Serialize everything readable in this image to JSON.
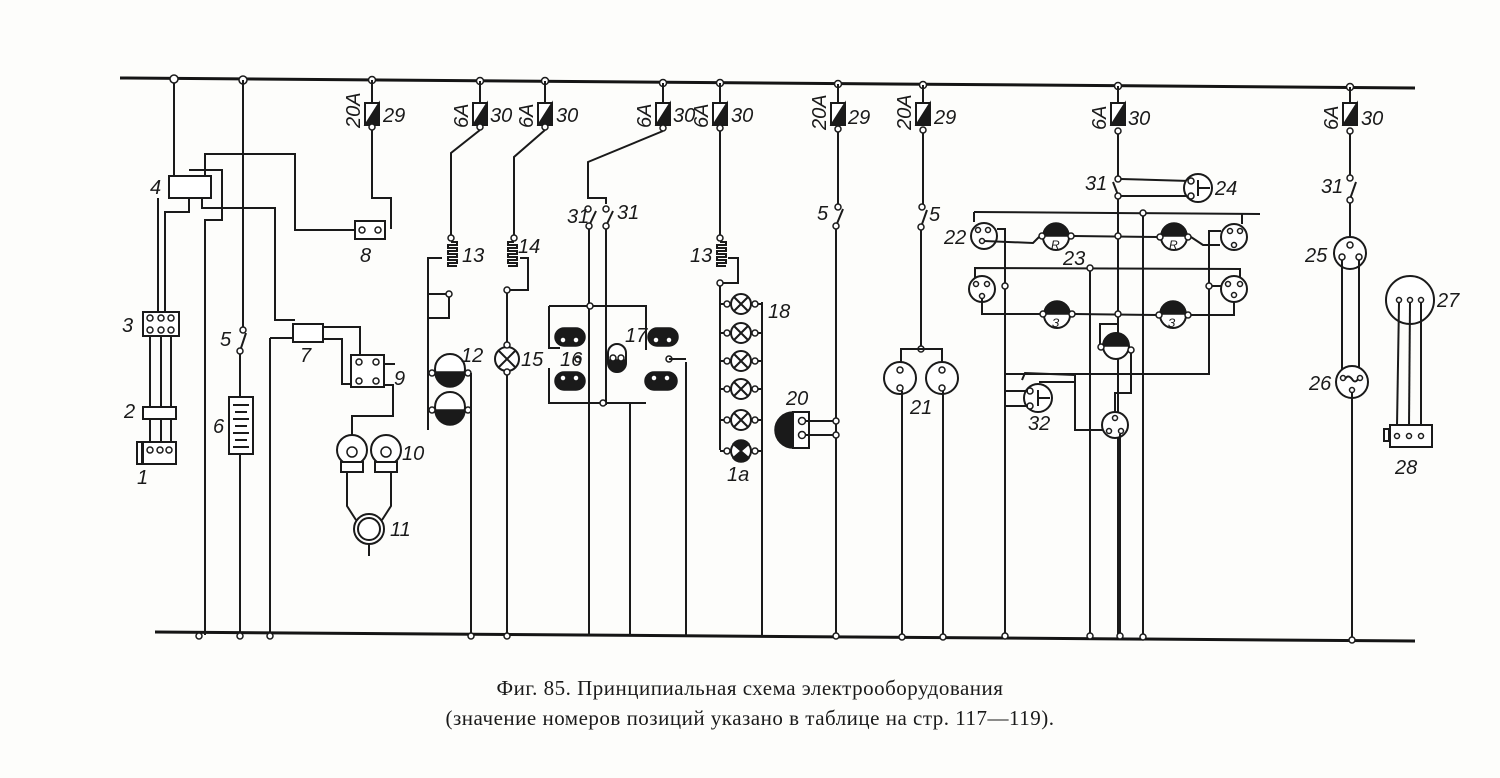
{
  "figure": {
    "caption_line1": "Фиг. 85. Принципиальная схема электрооборудования",
    "caption_line2": "(значение номеров позиций указано в таблице на стр. 117—119)."
  },
  "fuses": [
    {
      "rating": "20A",
      "label": "29"
    },
    {
      "rating": "6A",
      "label": "30"
    },
    {
      "rating": "6A",
      "label": "30"
    },
    {
      "rating": "6A",
      "label": "30"
    },
    {
      "rating": "6A",
      "label": "30"
    },
    {
      "rating": "20A",
      "label": "29"
    },
    {
      "rating": "20A",
      "label": "29"
    },
    {
      "rating": "6A",
      "label": "30"
    },
    {
      "rating": "6A",
      "label": "30"
    }
  ],
  "labels": {
    "c1": "1",
    "c1a": "1a",
    "c2": "2",
    "c3": "3",
    "c4": "4",
    "c5a": "5",
    "c5b": "5",
    "c5c": "5",
    "c6": "6",
    "c7": "7",
    "c8": "8",
    "c9": "9",
    "c10": "10",
    "c11": "11",
    "c12": "12",
    "c13a": "13",
    "c13b": "13",
    "c14": "14",
    "c15": "15",
    "c16": "16",
    "c17": "17",
    "c18": "18",
    "c20": "20",
    "c21": "21",
    "c22": "22",
    "c23": "23",
    "c24": "24",
    "c25": "25",
    "c26": "26",
    "c27": "27",
    "c28": "28",
    "c31a": "31",
    "c31b": "31",
    "c31c": "31",
    "c31d": "31",
    "c32": "32",
    "lampR": "R",
    "lampZ": "З"
  }
}
